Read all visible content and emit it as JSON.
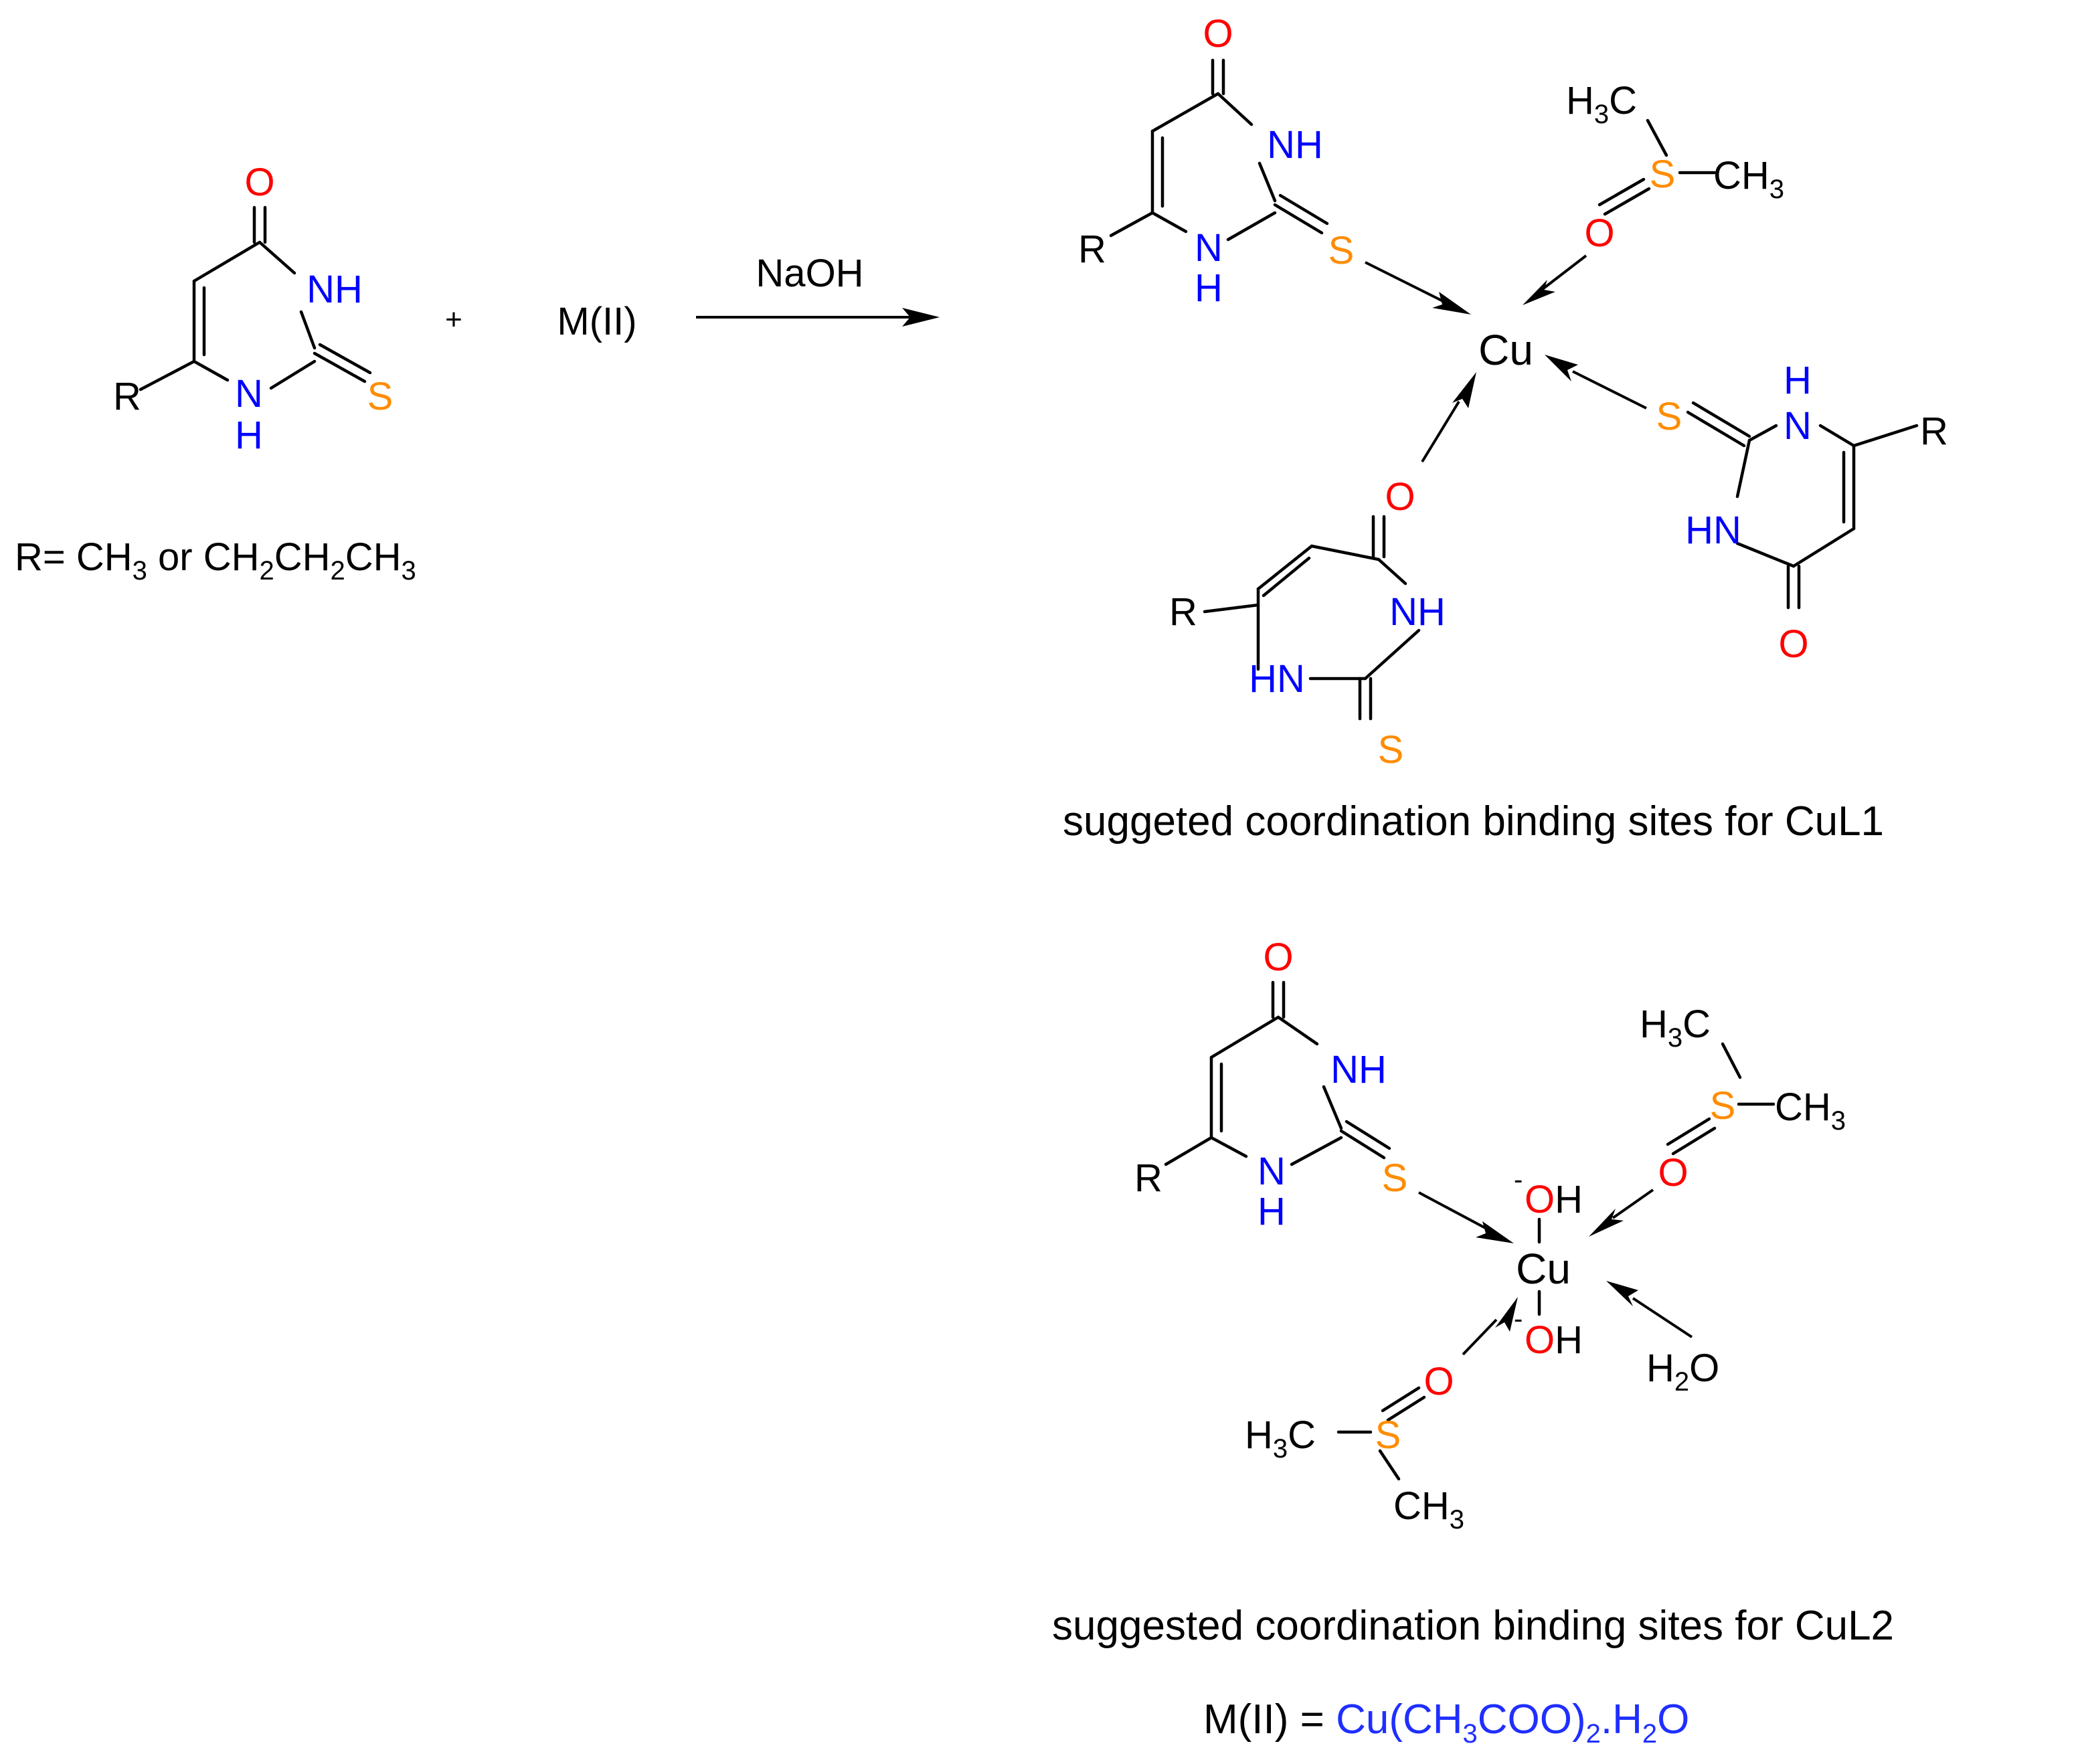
{
  "colors": {
    "oxygen": "#ff0000",
    "nitrogen": "#0000ff",
    "sulfur": "#ff8c00",
    "carbon": "#000000",
    "formula_highlight": "#1f2fff"
  },
  "reactant": {
    "atoms": {
      "o": "O",
      "nh_top": "NH",
      "n": "N",
      "h": "H",
      "s": "S",
      "r": "R"
    },
    "r_def_prefix": "R= CH",
    "r_def_sub1": "3",
    "r_def_mid": " or CH",
    "r_def_sub2": "2",
    "r_def_mid2": "CH",
    "r_def_sub3": "2",
    "r_def_mid3": "CH",
    "r_def_sub4": "3"
  },
  "plus_sign": "+",
  "metal_reagent": "M(II)",
  "reaction_condition": "NaOH",
  "cul1": {
    "center": "Cu",
    "ligand_a": {
      "o": "O",
      "nh": "NH",
      "n": "N",
      "h": "H",
      "s": "S",
      "r": "R"
    },
    "dmso": {
      "h3c": "H",
      "h3c_sub": "3",
      "h3c_c": "C",
      "s": "S",
      "o": "O",
      "ch3": "CH",
      "ch3_sub": "3"
    },
    "ligand_b": {
      "h": "H",
      "n": "N",
      "s": "S",
      "hn": "HN",
      "o": "O",
      "r": "R"
    },
    "ligand_c": {
      "o": "O",
      "r": "R",
      "nh": "NH",
      "hn": "HN",
      "s": "S"
    },
    "caption": "suggeted coordination binding sites for CuL1"
  },
  "cul2": {
    "center": "Cu",
    "ligand_a": {
      "o": "O",
      "nh": "NH",
      "n": "N",
      "h": "H",
      "s": "S",
      "r": "R"
    },
    "hydroxide_top": {
      "charge": "-",
      "o": "O",
      "h": "H"
    },
    "hydroxide_bottom": {
      "charge": "-",
      "o": "O",
      "h": "H"
    },
    "dmso_top": {
      "h3c": "H",
      "h3c_sub": "3",
      "h3c_c": "C",
      "s": "S",
      "o": "O",
      "ch3": "CH",
      "ch3_sub": "3"
    },
    "dmso_bottom": {
      "h3c": "H",
      "h3c_sub": "3",
      "h3c_c": "C",
      "s": "S",
      "o": "O",
      "ch3": "CH",
      "ch3_sub": "3"
    },
    "water": {
      "h": "H",
      "sub": "2",
      "o": "O"
    },
    "caption": "suggested coordination binding sites for CuL2"
  },
  "metal_definition": {
    "prefix": "M(II) = ",
    "formula_a": "Cu(CH",
    "sub_a": "3",
    "formula_b": "COO)",
    "sub_b": "2",
    "formula_c": ".H",
    "sub_c": "2",
    "formula_d": "O"
  }
}
